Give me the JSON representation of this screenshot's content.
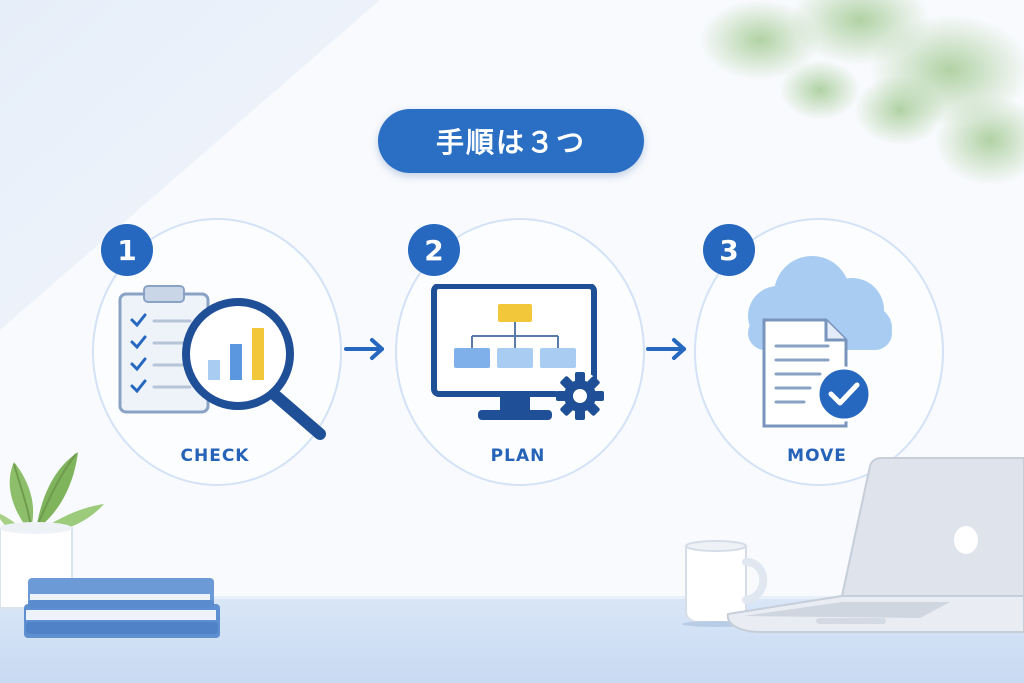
{
  "header": {
    "title": "手順は３つ"
  },
  "steps": [
    {
      "number": "1",
      "label": "CHECK"
    },
    {
      "number": "2",
      "label": "PLAN"
    },
    {
      "number": "3",
      "label": "MOVE"
    }
  ],
  "colors": {
    "primary": "#2a6fc4",
    "dark_blue": "#1f4f96",
    "light_blue": "#a9cdf2",
    "accent_yellow": "#f3c73a",
    "check_green_circle": "#2667bf"
  },
  "icons": {
    "step1": "clipboard-magnifier-chart-icon",
    "step2": "monitor-flowchart-gear-icon",
    "step3": "cloud-document-check-icon",
    "arrows": "arrow-right-icon"
  }
}
